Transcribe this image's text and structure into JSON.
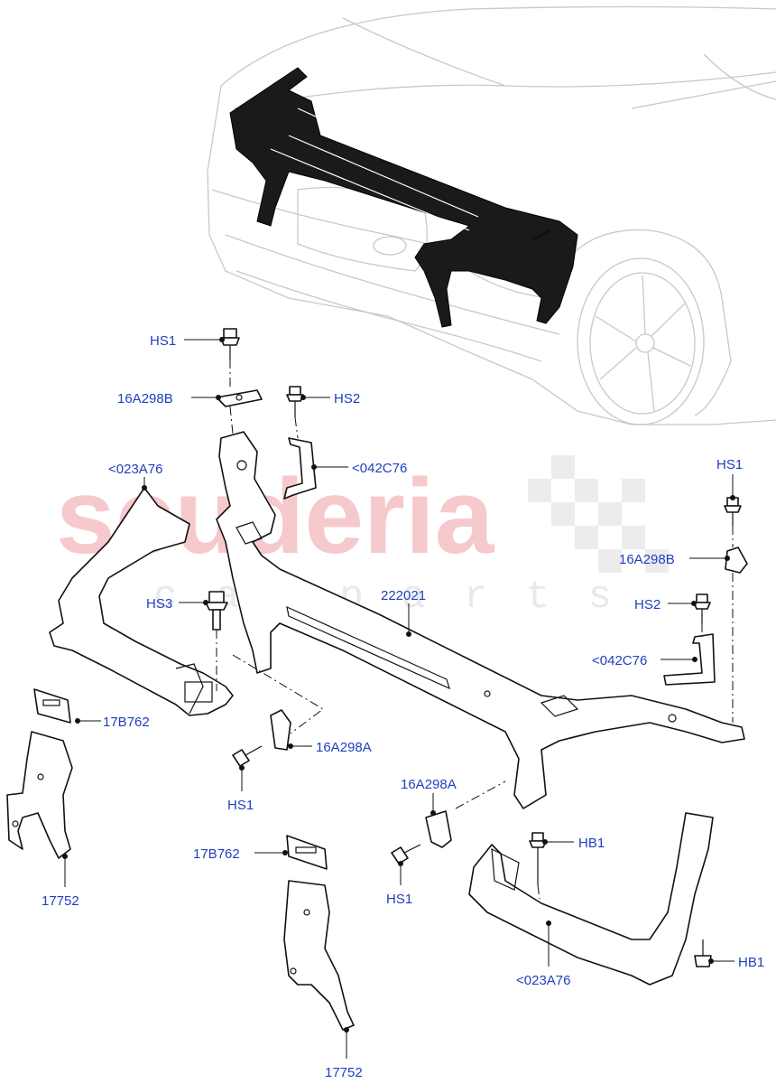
{
  "diagram": {
    "watermark": {
      "brand": "scuderia",
      "sub": "c a r   p a r t s"
    },
    "callouts": {
      "hs1_top": "HS1",
      "bracket_top": "16A298B",
      "hs2_top": "HS2",
      "panel_left": "<023A76",
      "plate_top": "<042C76",
      "hs1_right": "HS1",
      "bracket_right": "16A298B",
      "hs3": "HS3",
      "main_member": "222021",
      "hs2_right": "HS2",
      "plate_right": "<042C76",
      "pad_left": "17B762",
      "bracket_a_left": "16A298A",
      "hs1_mid": "HS1",
      "support_left": "17752",
      "bracket_a_right": "16A298A",
      "hb1_top": "HB1",
      "pad_bottom": "17B762",
      "hs1_low": "HS1",
      "panel_right": "<023A76",
      "hb1_right": "HB1",
      "support_bottom": "17752"
    }
  }
}
